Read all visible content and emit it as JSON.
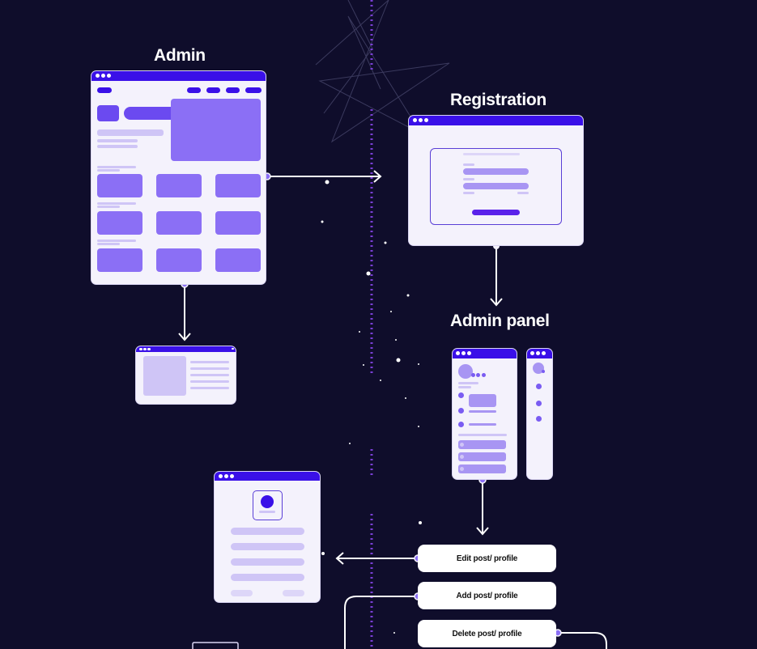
{
  "titles": {
    "admin": "Admin",
    "registration": "Registration",
    "admin_panel": "Admin panel"
  },
  "actions": [
    {
      "label": "Edit post/ profile"
    },
    {
      "label": "Add post/ profile"
    },
    {
      "label": "Delete post/ profile"
    }
  ],
  "colors": {
    "background": "#0f0d2b",
    "accent": "#3a10e8",
    "block": "#8b6ff5",
    "light_block": "#cfc5f6",
    "window": "#f4f2fc",
    "divider": "#7a3fd6"
  }
}
